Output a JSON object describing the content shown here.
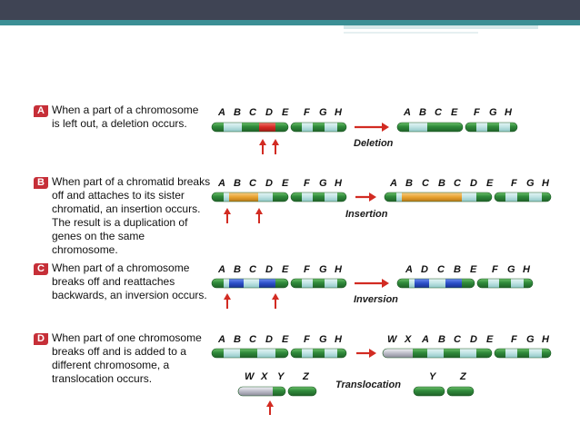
{
  "panels": [
    {
      "badge": "A",
      "description": "When a part of a chromosome\nis left out, a deletion occurs.",
      "before_letters": [
        "A",
        "B",
        "C",
        "D",
        "E",
        "F",
        "G",
        "H"
      ],
      "after_letters": [
        "A",
        "B",
        "C",
        "E",
        "F",
        "G",
        "H"
      ],
      "process_label": "Deletion"
    },
    {
      "badge": "B",
      "description": "When part of a chromatid breaks\noff and attaches to its sister\nchromatid, an insertion occurs.\nThe result is a duplication of\ngenes on the same chromosome.",
      "before_letters": [
        "A",
        "B",
        "C",
        "D",
        "E",
        "F",
        "G",
        "H"
      ],
      "after_letters": [
        "A",
        "B",
        "C",
        "B",
        "C",
        "D",
        "E",
        "F",
        "G",
        "H"
      ],
      "process_label": "Insertion"
    },
    {
      "badge": "C",
      "description": "When part of a chromosome\nbreaks off and reattaches\nbackwards, an inversion occurs.",
      "before_letters": [
        "A",
        "B",
        "C",
        "D",
        "E",
        "F",
        "G",
        "H"
      ],
      "after_letters": [
        "A",
        "D",
        "C",
        "B",
        "E",
        "F",
        "G",
        "H"
      ],
      "process_label": "Inversion"
    },
    {
      "badge": "D",
      "description": "When part of one chromosome\nbreaks off and is added to a\ndifferent chromosome, a\ntranslocation occurs.",
      "before_letters": [
        "A",
        "B",
        "C",
        "D",
        "E",
        "F",
        "G",
        "H"
      ],
      "after_letters": [
        "W",
        "X",
        "A",
        "B",
        "C",
        "D",
        "E",
        "F",
        "G",
        "H"
      ],
      "second_before_letters": [
        "W",
        "X",
        "Y",
        "Z"
      ],
      "second_after_letters": [
        "Y",
        "Z"
      ],
      "process_label": "Translocation"
    }
  ],
  "colors": {
    "green": "#2f8a3a",
    "pale": "#bfe3e3",
    "red": "#d62b24",
    "orange": "#e9a331",
    "blue": "#2a4fc8",
    "gray": "#bcbcc8",
    "arrow": "#d22b22",
    "header": "#3f4454",
    "teal": "#3b8f95"
  }
}
